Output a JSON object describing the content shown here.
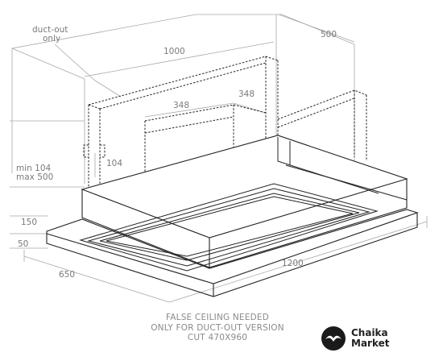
{
  "labels": {
    "duct_out_line1": "duct-out",
    "duct_out_line2": "only",
    "width_top": "1000",
    "depth_top": "500",
    "inner_width": "348",
    "inner_depth": "348",
    "chimney_height": "104",
    "min_height_line1": "min 104",
    "min_height_line2": "max 500",
    "body_height": "150",
    "panel_thickness": "50",
    "depth_bottom": "650",
    "width_bottom": "1200"
  },
  "note": {
    "line1": "FALSE CEILING NEEDED",
    "line2": "ONLY FOR DUCT-OUT VERSION",
    "line3": "CUT 470X960"
  },
  "brand": {
    "name_line1": "Chaika",
    "name_line2": "Market",
    "logo_icon": "seagull-icon"
  },
  "colors": {
    "line": "#222222",
    "dimension": "#9a9a9a",
    "text": "#7a7a7a"
  }
}
